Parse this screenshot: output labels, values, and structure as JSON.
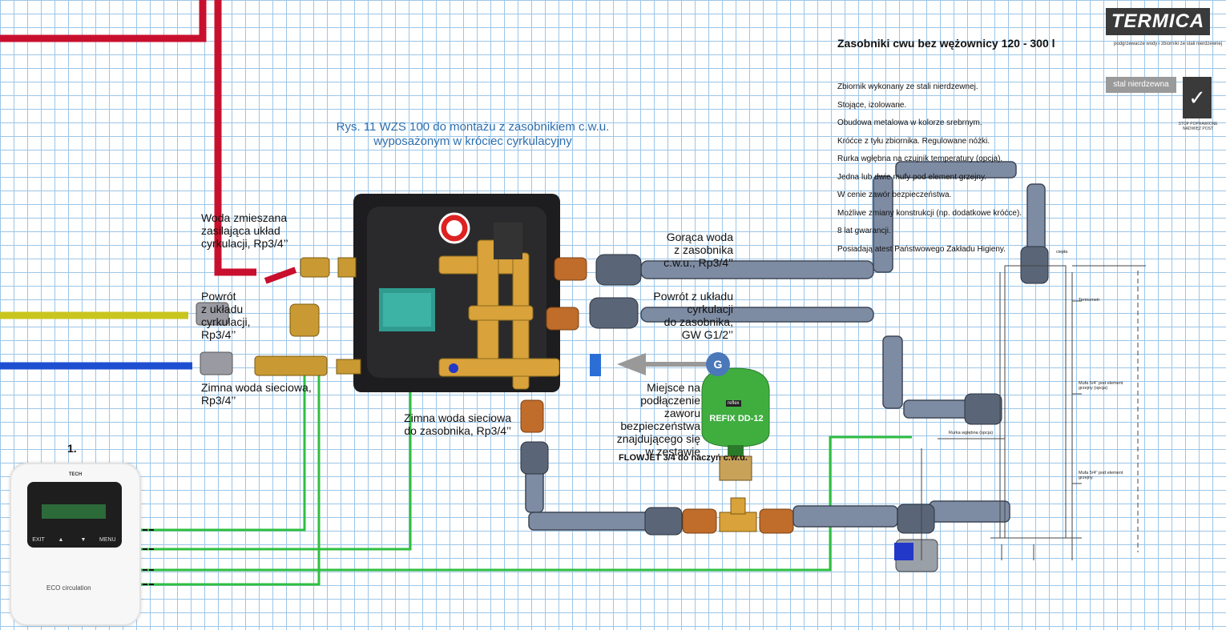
{
  "caption": {
    "line1": "Rys.  11 WZS 100 do montażu z zasobnikiem c.w.u.",
    "line2": "wyposażonym w króciec cyrkulacyjny"
  },
  "labels": {
    "mixed_water": [
      "Woda zmieszana",
      "zasilająca układ",
      "cyrkulacji, Rp3/4’’"
    ],
    "return_line": [
      "Powrót",
      "z układu",
      "cyrkulacji,",
      "Rp3/4’’"
    ],
    "cold_water_in": [
      "Zimna woda sieciowa,",
      "Rp3/4’’"
    ],
    "hot_water": [
      "Gorąca woda",
      "z zasobnika",
      "c.w.u., Rp3/4’’"
    ],
    "return_to_tank": [
      "Powrót z układu",
      "cyrkulacji",
      "do zasobnika,",
      "GW G1/2’’"
    ],
    "cold_water_to_tank": [
      "Zimna woda sieciowa",
      "do zasobnika, Rp3/4’’"
    ],
    "valve_place": [
      "Miejsce na podłączenie",
      "zaworu bezpieczeństwa",
      "znajdującego się",
      "w zestawie"
    ],
    "flowjet": "FLOWJET 3/4 do naczyń c.w.u.",
    "vessel_name": "REFIX DD-12",
    "vessel_brand": "reflex",
    "g_marker": "G",
    "number": "1."
  },
  "controller": {
    "brand": "TECH",
    "buttons": [
      "EXIT",
      "▲",
      "▼",
      "MENU"
    ],
    "logo": "ECO circulation"
  },
  "termica": {
    "logo": "TERMICA",
    "subtitle": "podgrzewacze wody i zbiorniki ze stali nierdzewnej",
    "title": "Zasobniki cwu bez wężownicy 120 - 300 l",
    "features": [
      "Zbiornik wykonany ze stali nierdzewnej.",
      "Stojące, izolowane.",
      "Obudowa metalowa w kolorze srebrnym.",
      "Króćce z tyłu zbiornika. Regulowane nóżki.",
      "Rurka wgłębna na czujnik temperatury (opcja).",
      "Jedna lub dwie mufy pod element grzejny.",
      "W cenie zawór bezpieczeństwa.",
      "Możliwe zmiany konstrukcji (np. dodatkowe króćce).",
      "8 lat gwarancji.",
      "Posiadają atest Państwowego Zakładu Higieny."
    ],
    "badge": "stal nierdzewna",
    "check_caption": "STOP POPRAWIONE NADWIĘZ POST",
    "tank_notes": [
      "Termometr",
      "Mufa 5/4'' pod element grzejny (opcja)",
      "Rurka wgłębna (opcja)",
      "Mufa 5/4'' pod element grzejny",
      "ciepła"
    ]
  },
  "colors": {
    "hot_pipe": "#c8102e",
    "yellow_pipe": "#c9c51f",
    "blue_pipe": "#1f4fd1",
    "wire": "#2fbf3f",
    "grid": "#9cc6e8",
    "caption": "#2f6fae",
    "vessel": "#3fae3f"
  }
}
